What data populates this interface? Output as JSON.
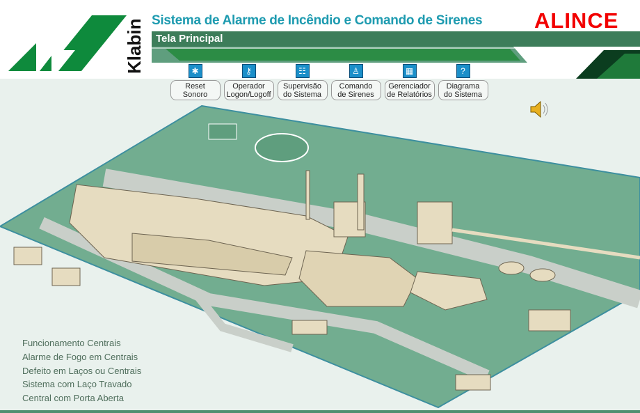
{
  "header": {
    "brand": "Klabin",
    "title": "Sistema de Alarme de Incêndio e Comando de Sirenes",
    "product": "ALINCE",
    "subtitle": "Tela Principal"
  },
  "toolbar": [
    {
      "line1": "Reset",
      "line2": "Sonoro",
      "icon": "reset-sound-icon"
    },
    {
      "line1": "Operador",
      "line2": "Logon/Logoff",
      "icon": "key-icon"
    },
    {
      "line1": "Supervisão",
      "line2": "do Sistema",
      "icon": "network-icon"
    },
    {
      "line1": "Comando",
      "line2": "de Sirenes",
      "icon": "bell-icon"
    },
    {
      "line1": "Gerenciador",
      "line2": "de Relatórios",
      "icon": "report-icon"
    },
    {
      "line1": "Diagrama",
      "line2": "do Sistema",
      "icon": "help-icon"
    }
  ],
  "legend": [
    "Funcionamento Centrais",
    "Alarme de Fogo em Centrais",
    "Defeito em Laços ou Centrais",
    "Sistema com Laço Travado",
    "Central com Porta Aberta"
  ],
  "colors": {
    "title": "#1e9bb0",
    "alince": "#f20000",
    "bar": "#3d7d5a",
    "map": "#72ad90",
    "building": "#e6dcc0"
  }
}
